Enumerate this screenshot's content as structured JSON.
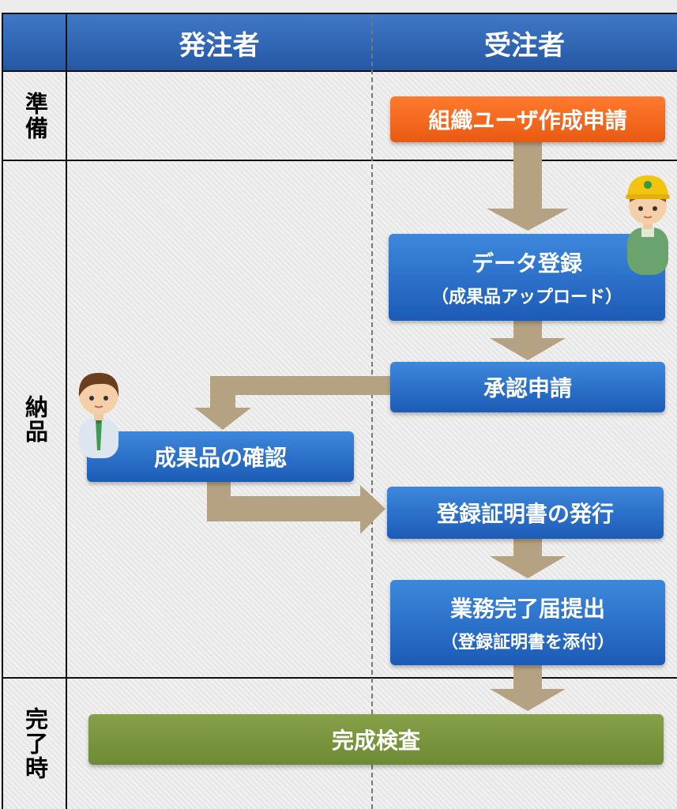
{
  "columns": {
    "orderer": "発注者",
    "contractor": "受注者"
  },
  "rows": {
    "prep": "準備",
    "delivery": "納品",
    "completion": "完了時"
  },
  "steps": {
    "org_user": "組織ユーザ作成申請",
    "data_reg_main": "データ登録",
    "data_reg_sub": "（成果品アップロード）",
    "approval": "承認申請",
    "check": "成果品の確認",
    "certificate": "登録証明書の発行",
    "report_main": "業務完了届提出",
    "report_sub": "（登録証明書を添付）",
    "inspection": "完成検査"
  },
  "colors": {
    "header": "#2f67b8",
    "step_blue": "#2a6fcb",
    "step_orange": "#f56a1f",
    "step_green": "#7b9640",
    "arrow": "#b4a282"
  }
}
